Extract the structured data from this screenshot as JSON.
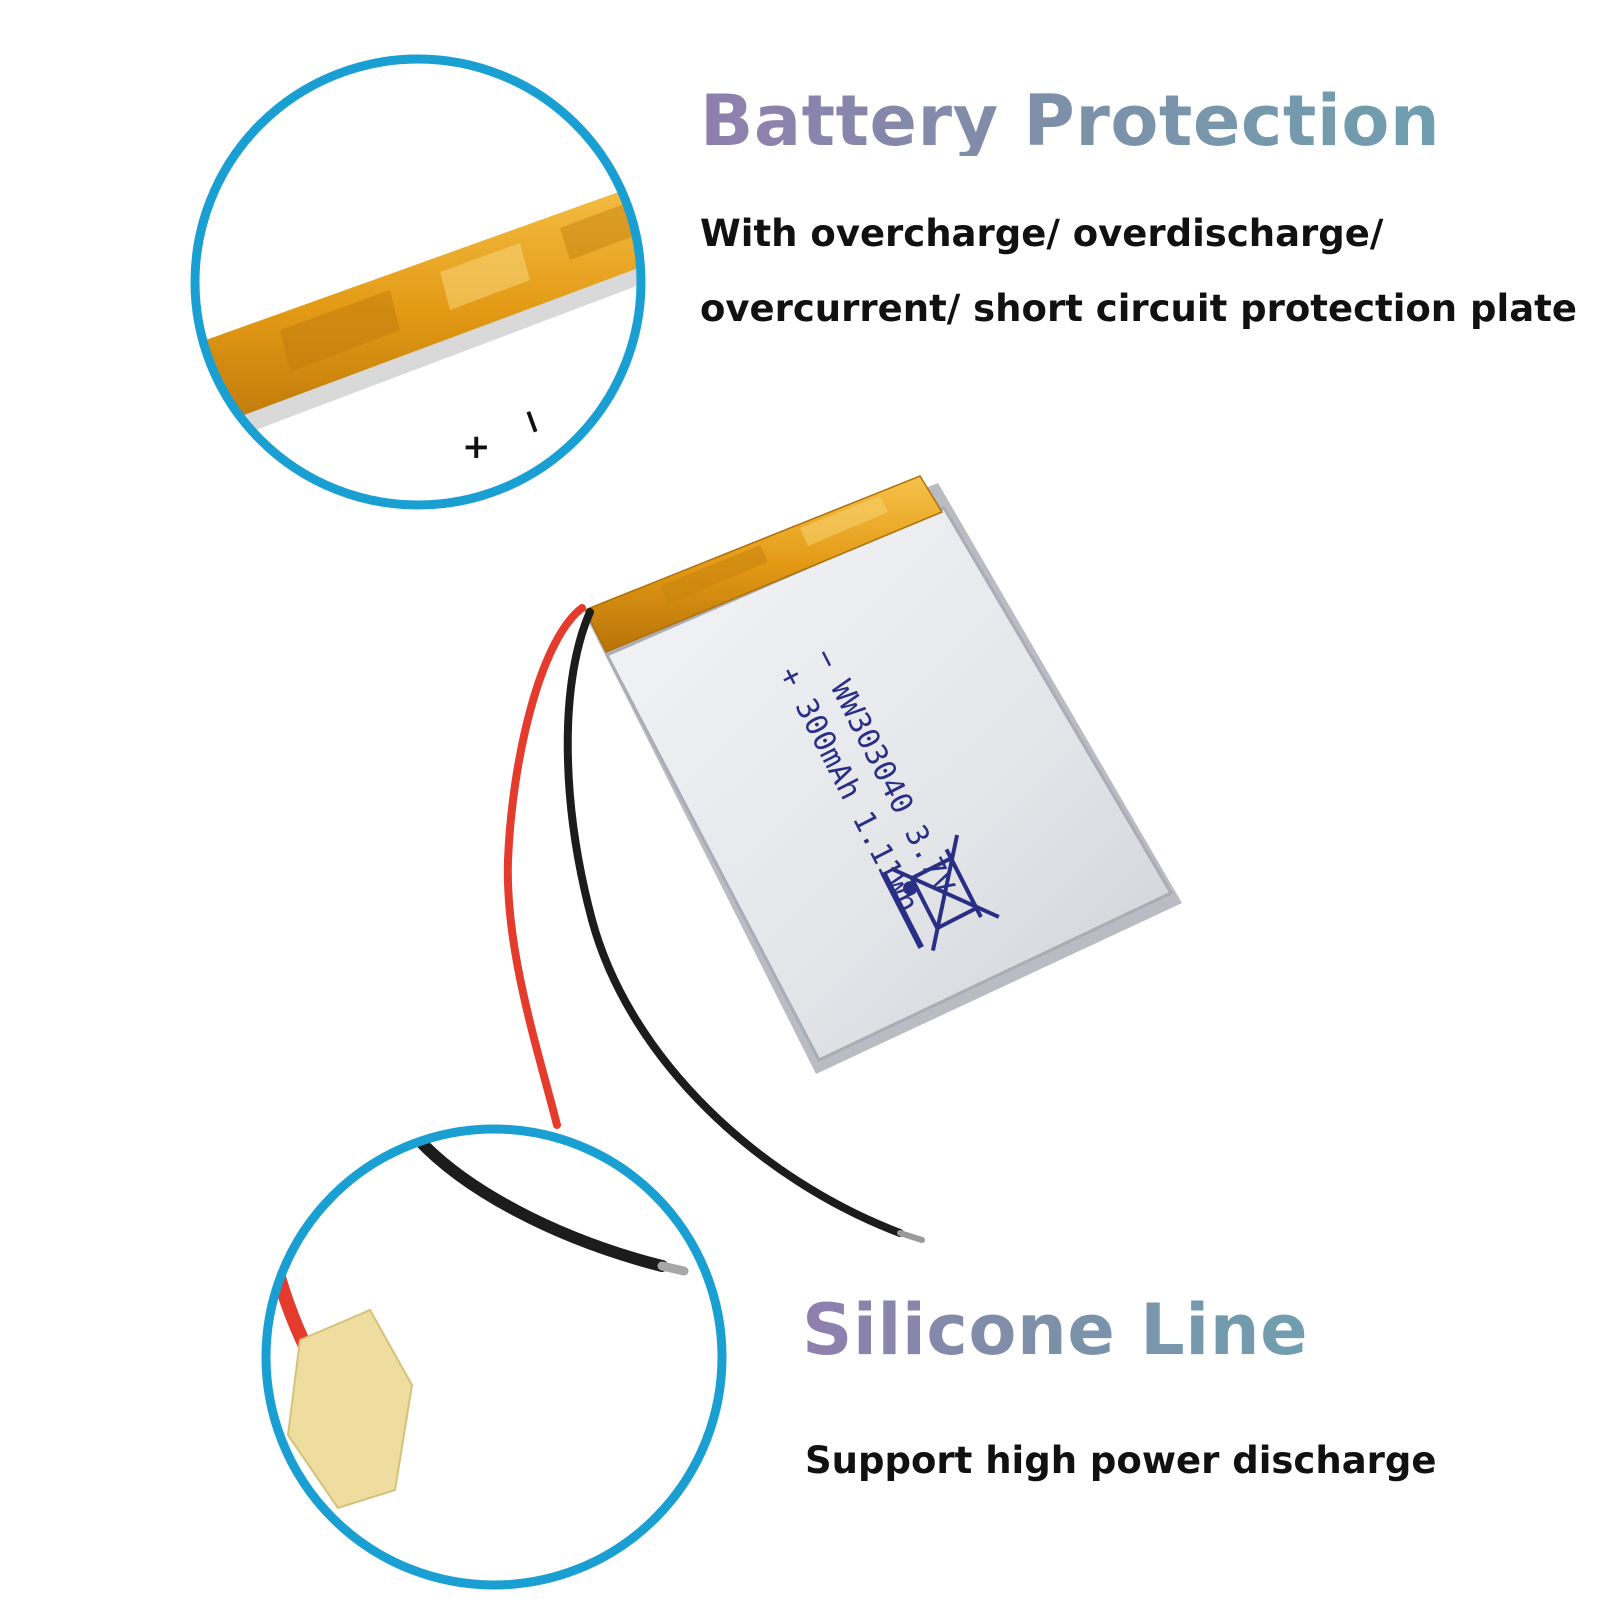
{
  "features": [
    {
      "title": "Battery Protection",
      "lines": [
        "With overcharge/ overdischarge/",
        "overcurrent/ short circuit protection plate"
      ]
    },
    {
      "title": "Silicone Line",
      "lines": [
        "Support high power discharge"
      ]
    }
  ],
  "battery_label": {
    "line1": "− WW303040 3.7V",
    "line2": "+ 300mAh 1.11Wh"
  },
  "zoom_top_polarity": {
    "plus": "+",
    "minus": "−"
  },
  "colors": {
    "circle_border": "#1a9fd2",
    "kapton_tape": "#e8a21a",
    "red_wire": "#e53b2c",
    "black_wire": "#1c1c1c",
    "battery_body": "#e7e9ec",
    "label_print": "#2a2f86"
  },
  "icons": [
    "wheelie-bin-crossed-icon"
  ]
}
